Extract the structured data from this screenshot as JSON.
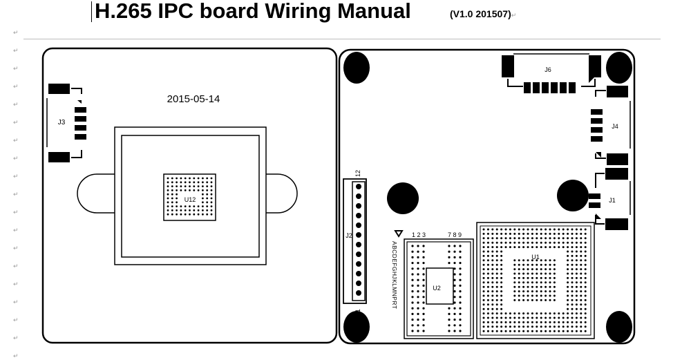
{
  "document": {
    "title": "H.265 IPC board Wiring Manual",
    "version": "(V1.0 201507)",
    "paragraph_mark": "↵"
  },
  "board_left": {
    "date_label": "2015-05-14",
    "connector_j3": "J3",
    "chip_u12": "U12"
  },
  "board_right": {
    "connector_j6": "J6",
    "connector_j4": "J4",
    "connector_j1": "J1",
    "connector_j2": "J2",
    "j2_pin_top": "12",
    "j2_pin_bottom": "1",
    "chip_u1": "U1",
    "chip_u2": "U2",
    "u2_cols_left": "1 2 3",
    "u2_cols_right": "7 8 9",
    "u2_row_letters": "ABCDEFGHJKLMNPRT"
  }
}
